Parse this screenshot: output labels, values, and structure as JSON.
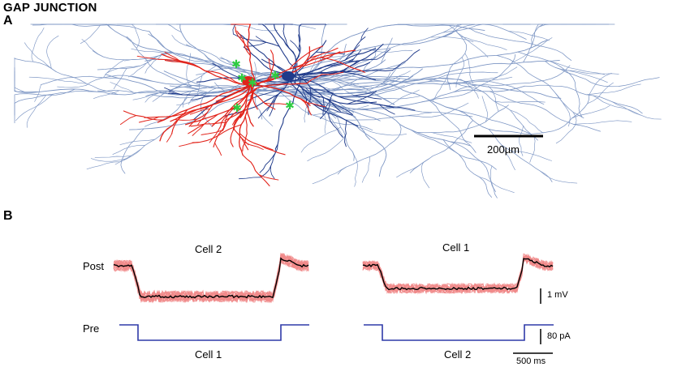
{
  "title": "GAP JUNCTION",
  "panels": {
    "a": {
      "letter": "A",
      "scale_label": "200µm"
    },
    "b": {
      "letter": "B",
      "left": {
        "post_cell": "Cell 2",
        "pre_cell": "Cell 1"
      },
      "right": {
        "post_cell": "Cell 1",
        "pre_cell": "Cell 2"
      },
      "row_labels": {
        "post": "Post",
        "pre": "Pre"
      },
      "scale_voltage": "1 mV",
      "scale_current": "80 pA",
      "scale_time": "500 ms"
    }
  },
  "colors": {
    "neuron_red": "#e2231a",
    "neuron_blue": "#1f3a8a",
    "neuron_lightblue": "#7d96c4",
    "markers": "#2ecc40",
    "traces": "#f08a8a",
    "mean_trace": "#000000",
    "pre_step": "#2f3aa8"
  }
}
